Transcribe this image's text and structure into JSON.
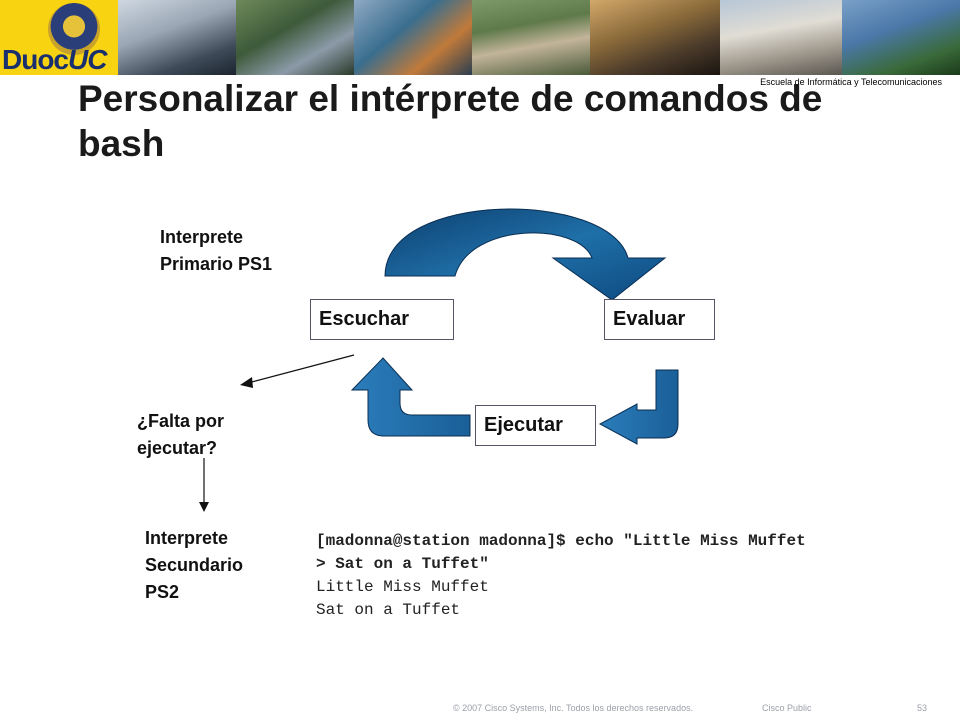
{
  "header": {
    "logo_text_a": "Duoc",
    "logo_text_b": "UC",
    "school": "Escuela de Informática y Telecomunicaciones"
  },
  "slide": {
    "title": "Personalizar el intérprete de comandos de bash"
  },
  "diagram": {
    "ps1_label": "Interprete\nPrimario PS1",
    "box_escuchar": "Escuchar",
    "box_evaluar": "Evaluar",
    "box_ejecutar": "Ejecutar",
    "question": "¿Falta por\nejecutar?",
    "ps2_label": "Interprete\nSecundario\nPS2",
    "colors": {
      "arrow_fill": "#1f6fa8",
      "arrow_dark": "#0d3f6e",
      "arrow_light": "#3d8ec7"
    }
  },
  "terminal": {
    "lines": [
      "[madonna@station madonna]$ echo \"Little Miss Muffet",
      "> Sat on a Tuffet\"",
      "Little Miss Muffet",
      "Sat on a Tuffet"
    ]
  },
  "footer": {
    "copyright": "© 2007 Cisco Systems, Inc. Todos los derechos reservados.",
    "classification": "Cisco Public",
    "page": "53"
  }
}
